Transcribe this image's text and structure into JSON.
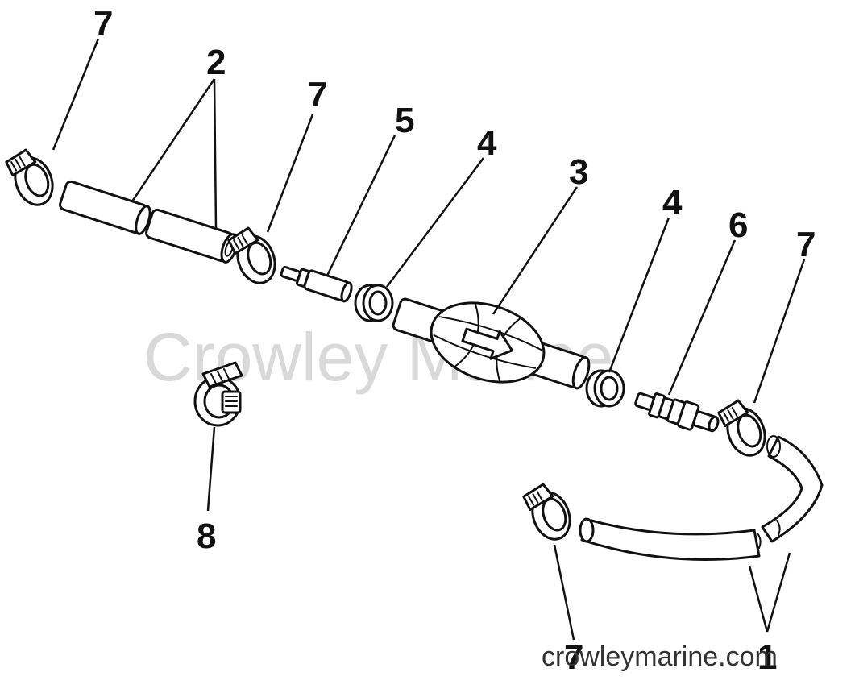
{
  "watermark": {
    "faded": "Crowley Marine",
    "site": "crowleymarine.com"
  },
  "callouts": {
    "c1": "1",
    "c2": "2",
    "c3": "3",
    "c4a": "4",
    "c4b": "4",
    "c5": "5",
    "c6": "6",
    "c7a": "7",
    "c7b": "7",
    "c7c": "7",
    "c7d": "7",
    "c8": "8"
  },
  "colors": {
    "ink": "#111111",
    "paper": "#ffffff",
    "watermark": "#d9d9d9"
  }
}
